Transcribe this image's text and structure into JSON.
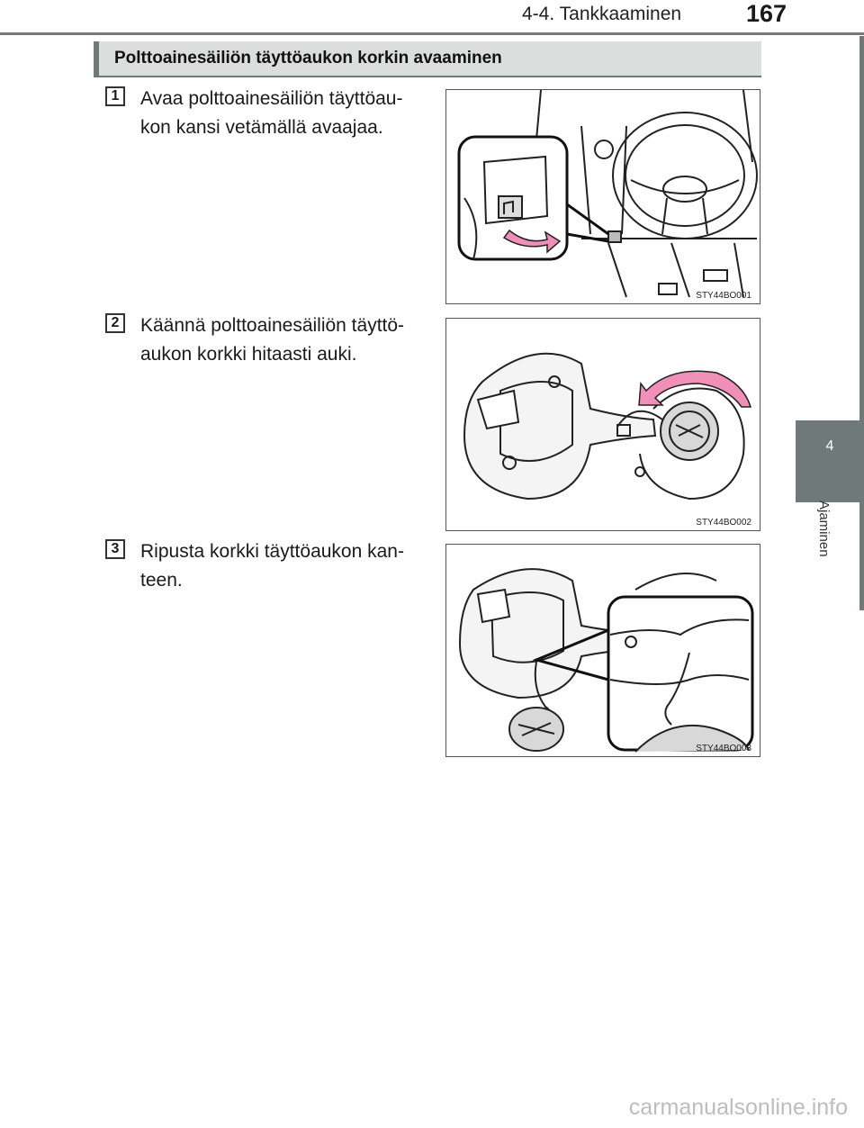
{
  "header": {
    "section_title": "4-4. Tankkaaminen",
    "page_number": "167"
  },
  "side_tab": {
    "chapter_number": "4",
    "chapter_label": "Ajaminen"
  },
  "section": {
    "title": "Polttoainesäiliön täyttöaukon korkin avaaminen"
  },
  "steps": [
    {
      "number": "1",
      "text": "Avaa polttoainesäiliön täyttöau-kon kansi vetämällä avaajaa.",
      "figure_code": "STY44BO001"
    },
    {
      "number": "2",
      "text": "Käännä polttoainesäiliön täyttö-aukon korkki hitaasti auki.",
      "figure_code": "STY44BO002"
    },
    {
      "number": "3",
      "text": "Ripusta korkki täyttöaukon kan-teen.",
      "figure_code": "STY44BO003"
    }
  ],
  "footer": {
    "watermark": "carmanualsonline.info"
  },
  "colors": {
    "accent_gray": "#6f7a78",
    "header_fill": "#dcdedd",
    "arrow_pink": "#f08fb8"
  }
}
